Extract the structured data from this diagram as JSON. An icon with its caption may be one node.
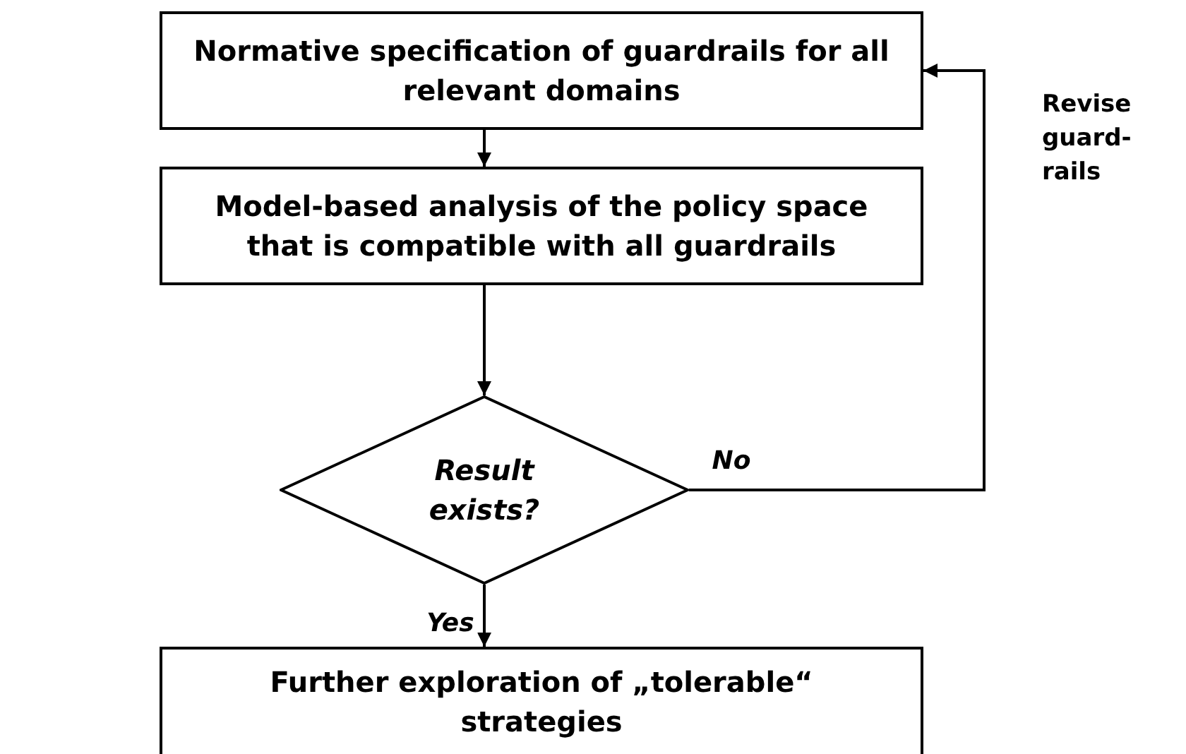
{
  "diagram": {
    "nodes": [
      {
        "text": [
          "Normative specification of guardrails for all relevant domains"
        ]
      },
      {
        "text": [
          "Model-based analysis of the policy space that is compatible with all guardrails"
        ]
      },
      {
        "text": [
          "Result exists?"
        ]
      },
      {
        "text": [
          "Further exploration of „tolerable“ strategies"
        ]
      }
    ],
    "edges": [
      {
        "from": 0,
        "to": 1,
        "arrow": "to"
      },
      {
        "from": 1,
        "to": 2,
        "arrow": "to"
      },
      {
        "from": 2,
        "to": 3,
        "arrow": "to",
        "label": "Yes"
      },
      {
        "from": 2,
        "to": 0,
        "arrow": "to",
        "label": "No"
      }
    ],
    "labels": [
      "Revise guard-rails"
    ]
  }
}
